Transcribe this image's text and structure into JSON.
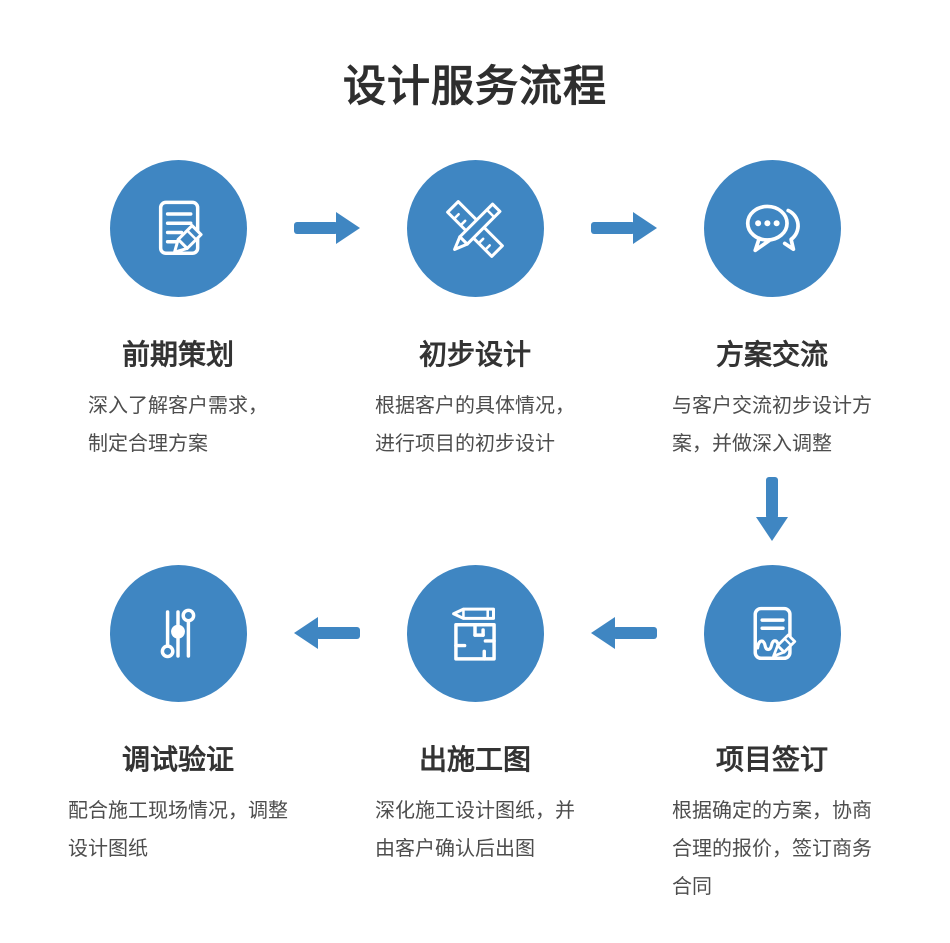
{
  "page": {
    "title": "设计服务流程"
  },
  "colors": {
    "accent_blue": "#3f86c2",
    "page_background": "#ffffff",
    "title_text": "#2e2e2e",
    "step_title_text": "#333333",
    "desc_text": "#4d4d4d",
    "icon_stroke": "#ffffff"
  },
  "flow": {
    "rows": [
      {
        "direction": "right",
        "steps": [
          {
            "icon": "document-pencil-icon",
            "title": "前期策划",
            "desc": "深入了解客户需求，\n制定合理方案"
          },
          {
            "icon": "ruler-pencil-icon",
            "title": "初步设计",
            "desc": "根据客户的具体情况，\n进行项目的初步设计"
          },
          {
            "icon": "chat-bubbles-icon",
            "title": "方案交流",
            "desc": "与客户交流初步设计方\n案，并做深入调整"
          }
        ]
      },
      {
        "direction": "left",
        "steps": [
          {
            "icon": "sliders-icon",
            "title": "调试验证",
            "desc": "配合施工现场情况，调整\n设计图纸"
          },
          {
            "icon": "floorplan-pencil-icon",
            "title": "出施工图",
            "desc": "深化施工设计图纸，并\n由客户确认后出图"
          },
          {
            "icon": "contract-sign-icon",
            "title": "项目签订",
            "desc": "根据确定的方案，协商\n合理的报价，签订商务\n合同"
          }
        ]
      }
    ],
    "connector": "down"
  }
}
